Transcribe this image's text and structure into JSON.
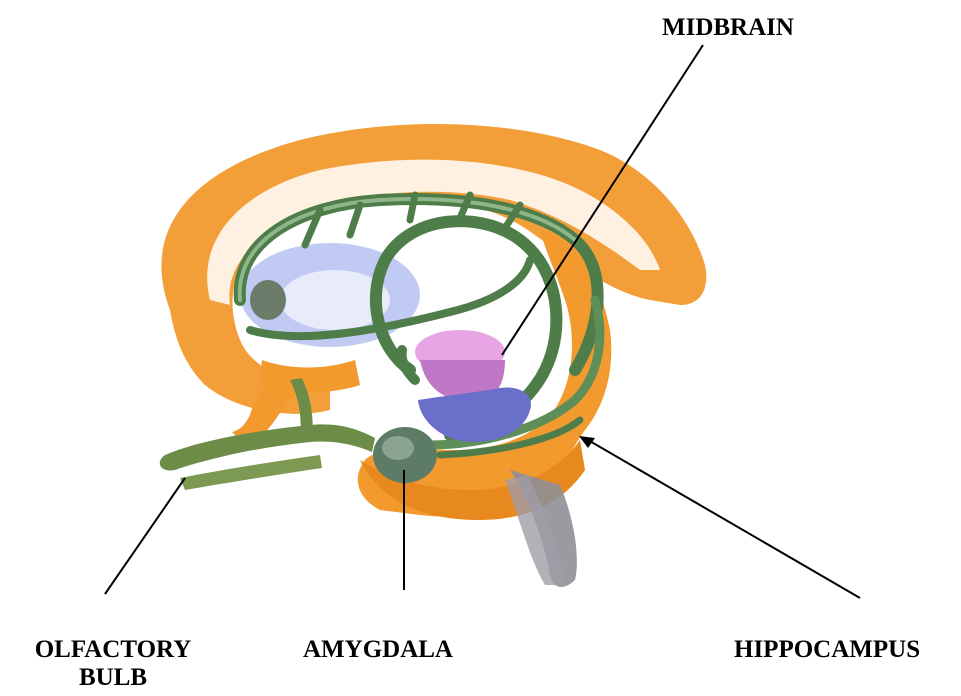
{
  "labels": {
    "midbrain": "MIDBRAIN",
    "olfactory_line1": "OLFACTORY",
    "olfactory_line2": "BULB",
    "amygdala": "AMYGDALA",
    "hippocampus": "HIPPOCAMPUS"
  },
  "colors": {
    "cortex": "#f29a2e",
    "limbic_tract": "#4e7d4a",
    "limbic_tract_light": "#8fb58a",
    "thalamus_area": "#b9c4f2",
    "midbrain": "#e7a6e3",
    "pons": "#6a6fc9",
    "brainstem": "#8f8f96",
    "amygdala": "#5d7c68",
    "leader_line": "#000000"
  }
}
